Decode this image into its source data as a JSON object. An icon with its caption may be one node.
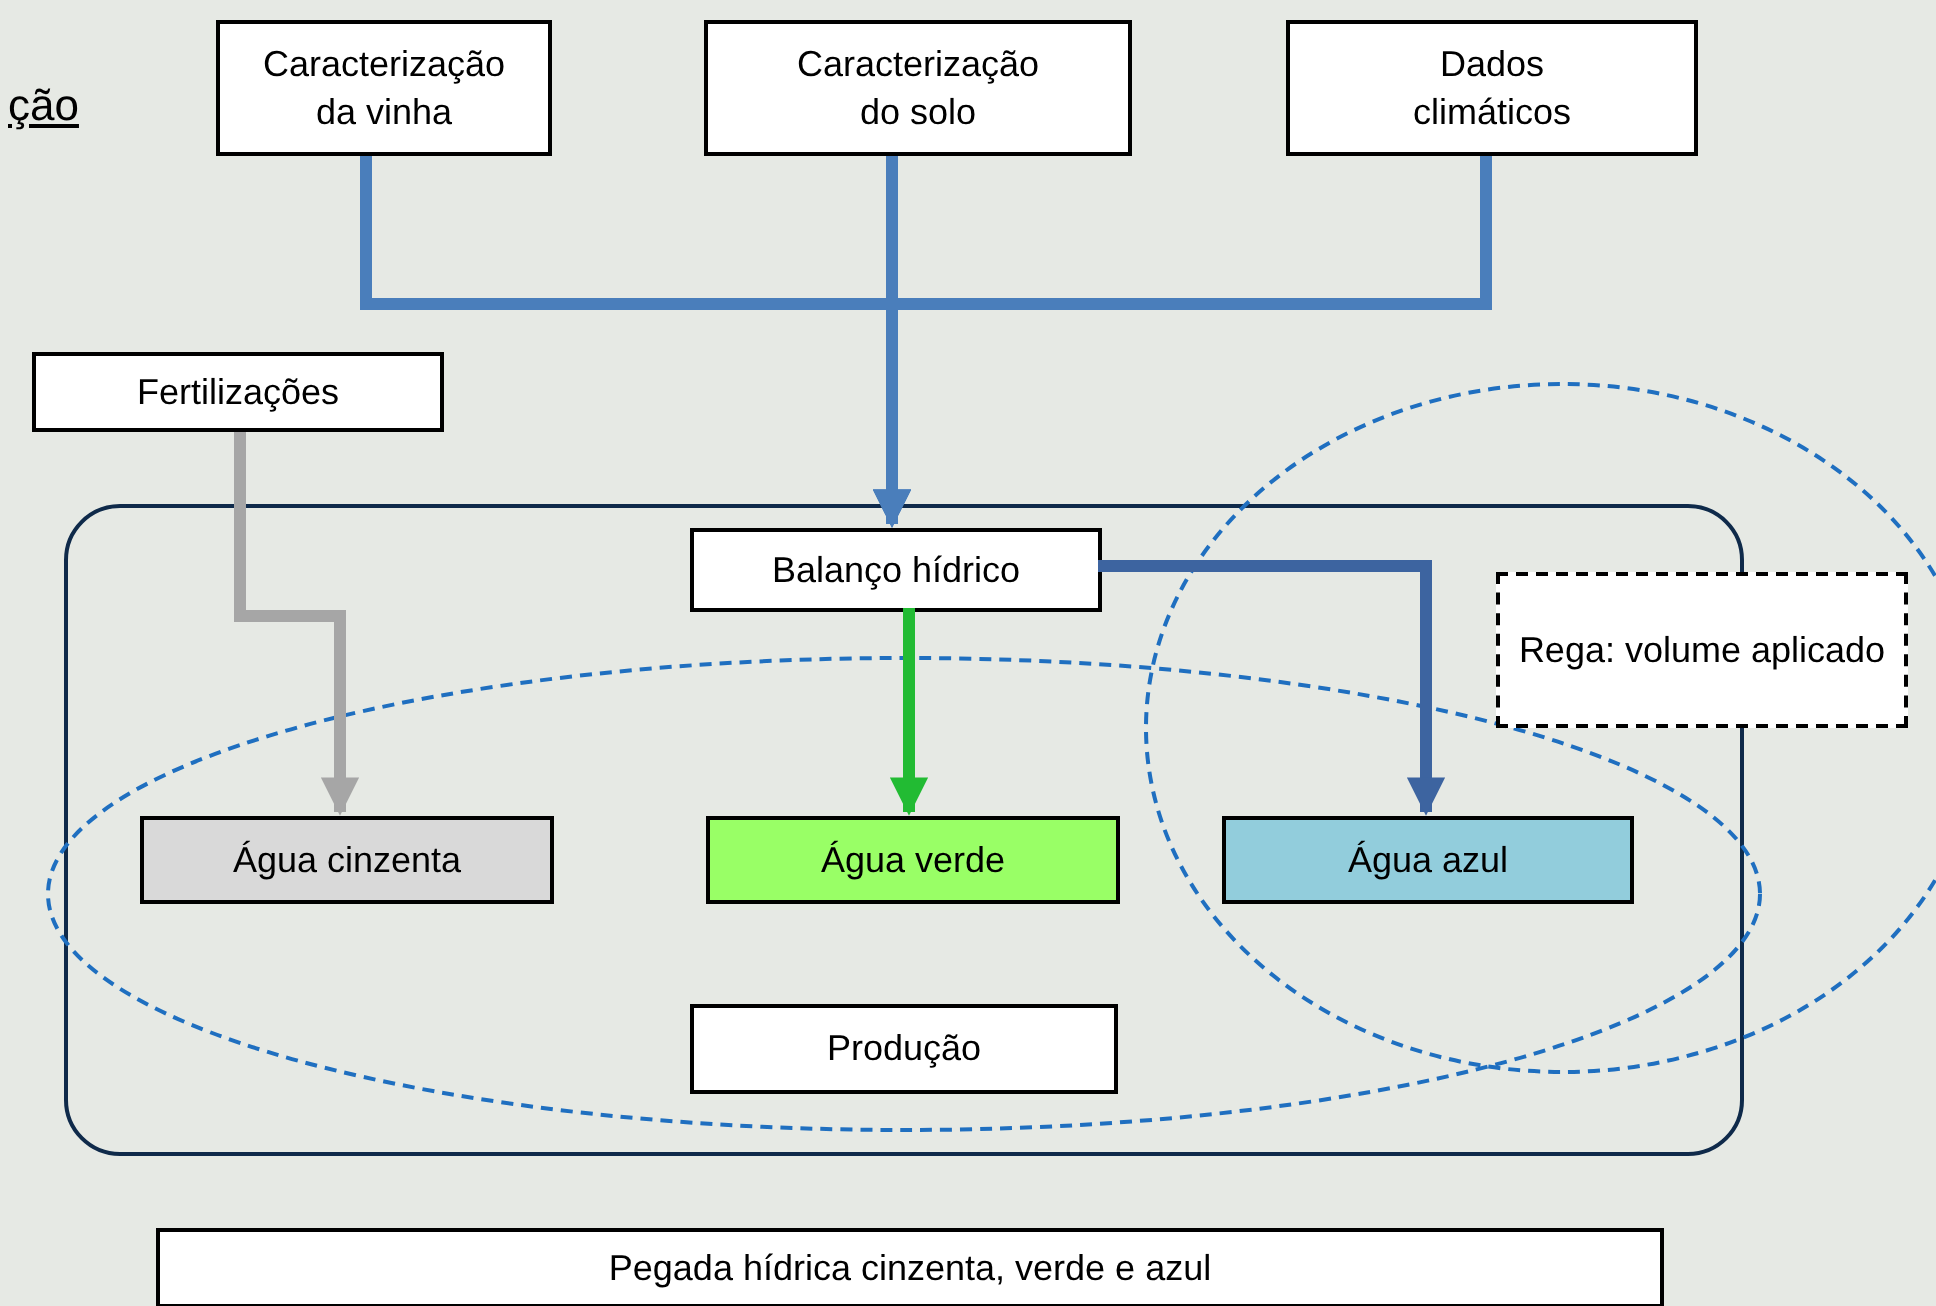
{
  "diagram": {
    "nodes": [
      {
        "text": [
          "Caracterização da vinha"
        ]
      },
      {
        "text": [
          "Caracterização do solo"
        ]
      },
      {
        "text": [
          "Dados climáticos"
        ]
      },
      {
        "text": [
          "Fertilizações"
        ]
      },
      {
        "text": [],
        "shape": "box"
      },
      {
        "text": [
          "Balanço hídrico"
        ],
        "in": 4
      },
      {
        "text": [
          "Água cinzenta"
        ],
        "in": 4
      },
      {
        "text": [
          "Água verde"
        ],
        "in": 4
      },
      {
        "text": [
          "Água  azul"
        ],
        "in": 4
      },
      {
        "text": [
          "Rega: volume aplicado"
        ]
      },
      {
        "text": [
          "Produção"
        ],
        "in": 4
      },
      {
        "text": [
          "Pegada hídrica cinzenta, verde e azul"
        ]
      }
    ],
    "edges": [
      {
        "from": 0,
        "to": 5,
        "arrow": "to"
      },
      {
        "from": 1,
        "to": 5,
        "arrow": "to"
      },
      {
        "from": 2,
        "to": 5,
        "arrow": "to"
      },
      {
        "from": 3,
        "to": 6,
        "arrow": "to",
        "color": "#a6a6a6"
      },
      {
        "from": 5,
        "to": 7,
        "arrow": "to",
        "color": "#22bb33"
      },
      {
        "from": 5,
        "to": 8,
        "arrow": "to",
        "color": "#3d64a0"
      }
    ],
    "labels": [
      "ção"
    ]
  }
}
